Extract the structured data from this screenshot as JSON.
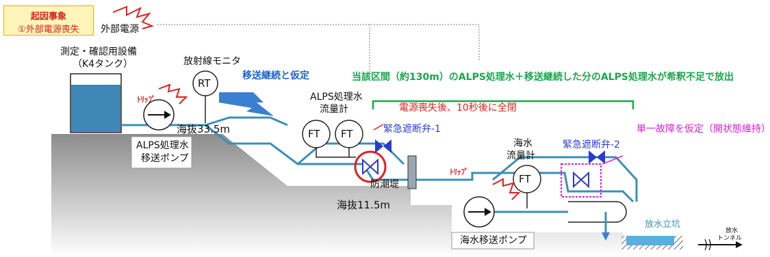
{
  "event_box": {
    "title": "起因事象",
    "subtitle": "①外部電源喪失"
  },
  "labels": {
    "external_power": "外部電源",
    "measure_equipment_line1": "測定・確認用設備",
    "measure_equipment_line2": "（K4タンク）",
    "radiation_monitor": "放射線モニタ",
    "rt": "RT",
    "continue_transfer": "移送継続と仮定",
    "green_banner": "当該区間（約130m）のALPS処理水＋移送継続した分のALPS処理水が希釈不足で放出",
    "alps_flowmeter_line1": "ALPS処理水",
    "alps_flowmeter_line2": "流量計",
    "ft1": "FT",
    "ft2": "FT",
    "ft3": "FT",
    "power_loss_note": "電源喪失後、10秒後に全閉",
    "valve1": "緊急遮断弁-1",
    "valve2": "緊急遮断弁-2",
    "single_failure": "単一故障を仮定（開状態維持）",
    "seawater_flowmeter_line1": "海水",
    "seawater_flowmeter_line2": "流量計",
    "trip1": "ﾄﾘｯﾌﾟ",
    "trip2": "ﾄﾘｯﾌﾟ",
    "elevation_high": "海抜33.5m",
    "elevation_low": "海抜11.5m",
    "seawall": "防潮堤",
    "alps_pump_line1": "ALPS処理水",
    "alps_pump_line2": "移送ポンプ",
    "sea_pump": "海水移送ポンプ",
    "discharge_shaft": "放水立坑",
    "tunnel_line1": "放水",
    "tunnel_line2": "トンネル"
  },
  "colors": {
    "pipe": "#3a8fb7",
    "ground": "#9a9a9a",
    "tank_water": "#3f87b4",
    "arrow": "#3b7fd1",
    "green": "#18a84a",
    "red": "#e02020",
    "valve": "#2a3bd1",
    "magenta": "#d71fd7"
  }
}
